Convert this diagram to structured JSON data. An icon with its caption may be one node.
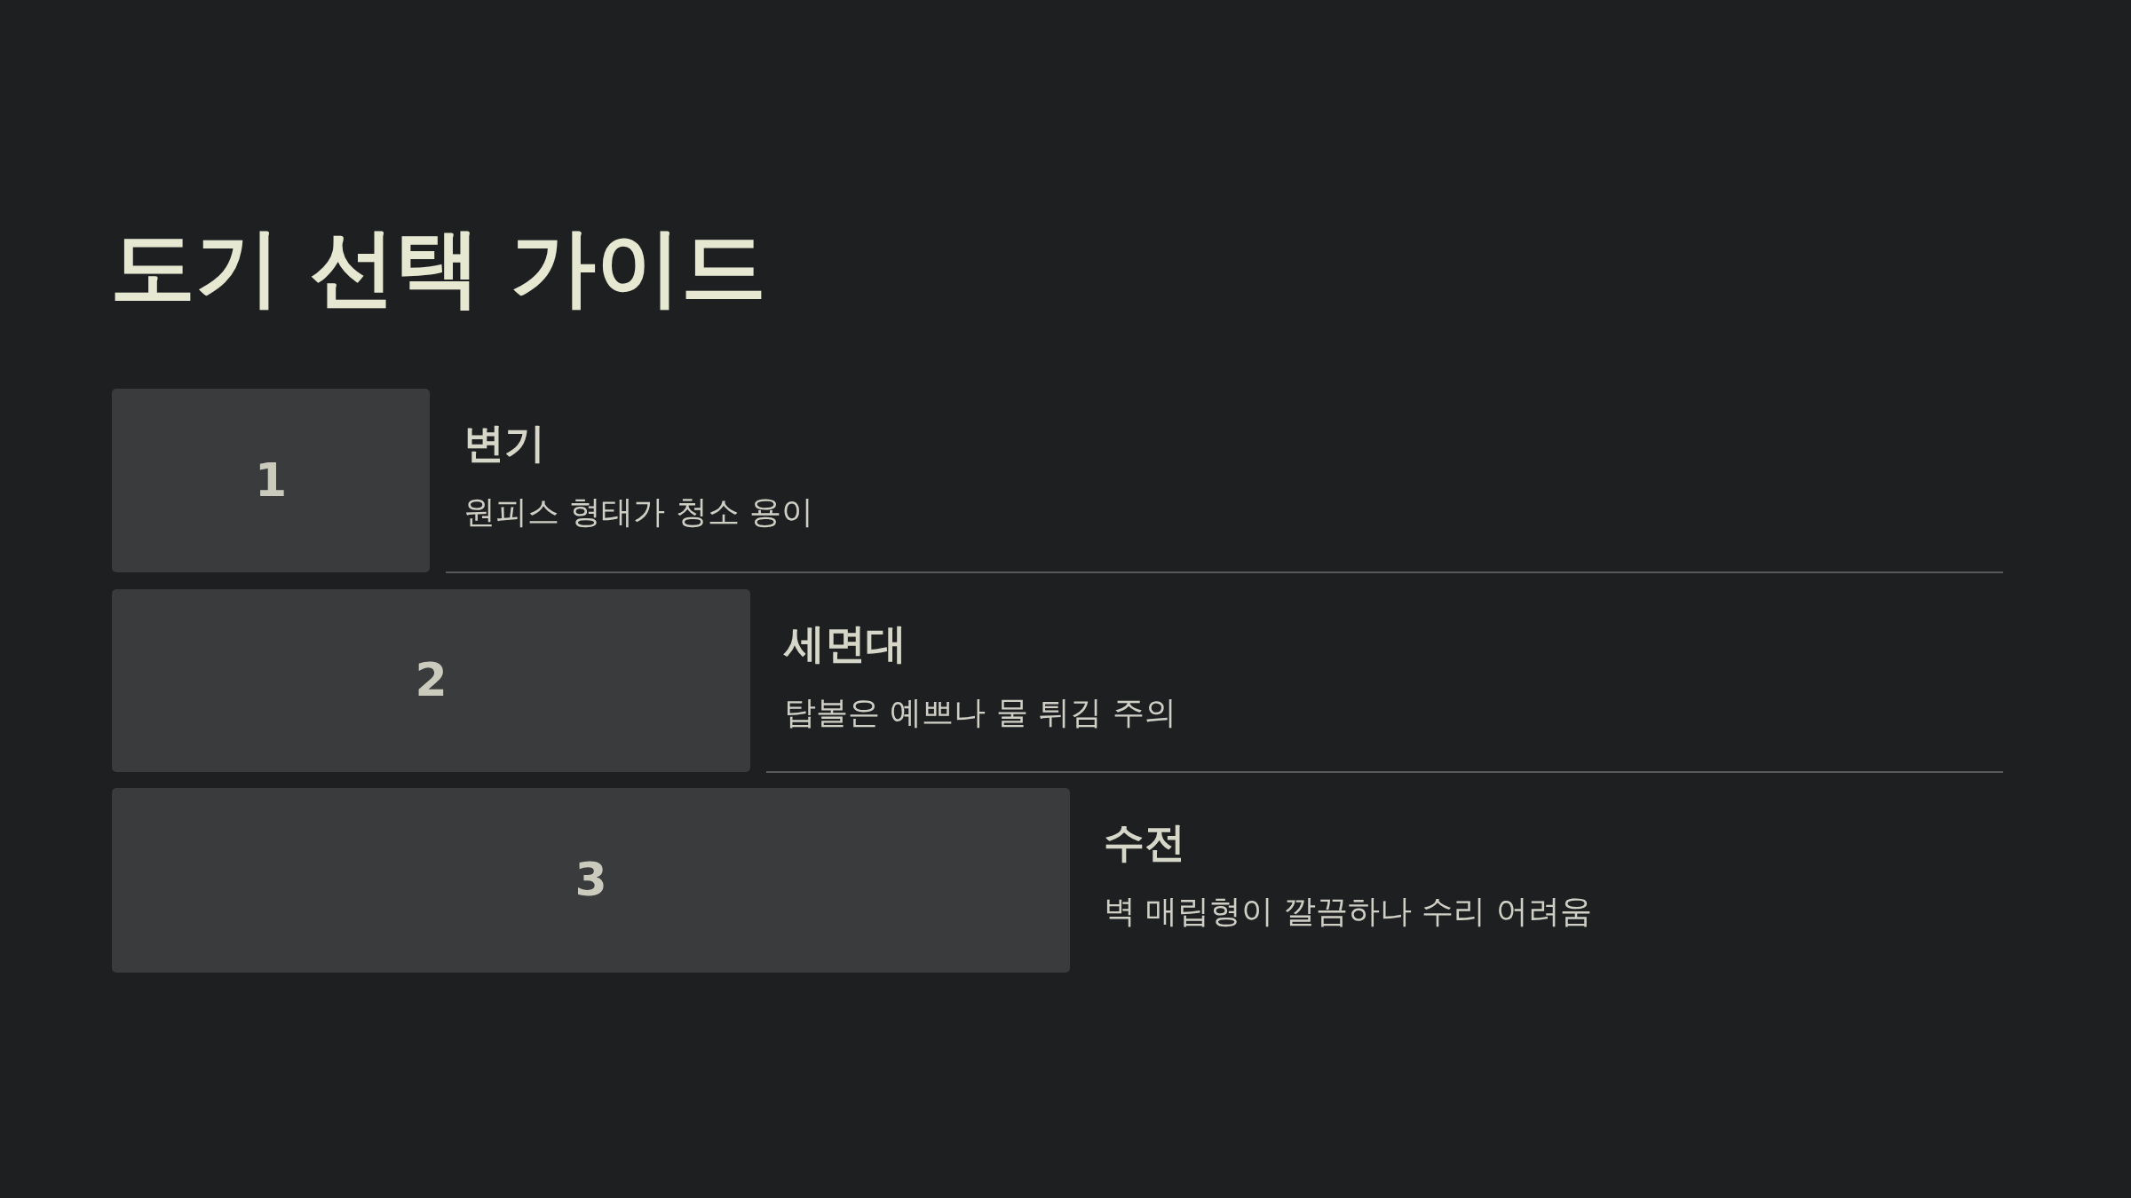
{
  "diagram": {
    "title": "도기 선택 가이드",
    "nodes": [
      {
        "text": [
          "1"
        ],
        "beside": [
          "변기",
          "원피스 형태가 청소 용이"
        ]
      },
      {
        "text": [
          "2"
        ],
        "beside": [
          "세면대",
          "탑볼은 예쁘나 물 튀김 주의"
        ]
      },
      {
        "text": [
          "3"
        ],
        "beside": [
          "수전",
          "벽 매립형이 깔끔하나 수리 어려움"
        ]
      }
    ]
  }
}
